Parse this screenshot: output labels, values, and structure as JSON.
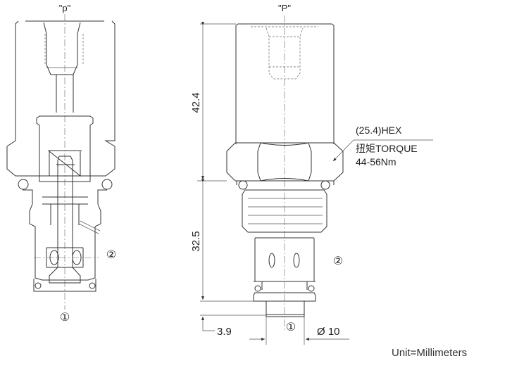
{
  "section_view": {
    "port_label_top": "\"p\"",
    "port_1": "①",
    "port_2": "②"
  },
  "external_view": {
    "port_label_top": "\"P\"",
    "port_1": "①",
    "port_2": "②",
    "dim_height_upper": "42.4",
    "dim_height_lower": "32.5",
    "dim_offset": "3.9",
    "dim_diameter": "Ø 10",
    "hex_note": {
      "line1": "(25.4)HEX",
      "line2": "扭矩TORQUE",
      "line3": "44-56Nm"
    }
  },
  "unit_note": "Unit=Millimeters"
}
